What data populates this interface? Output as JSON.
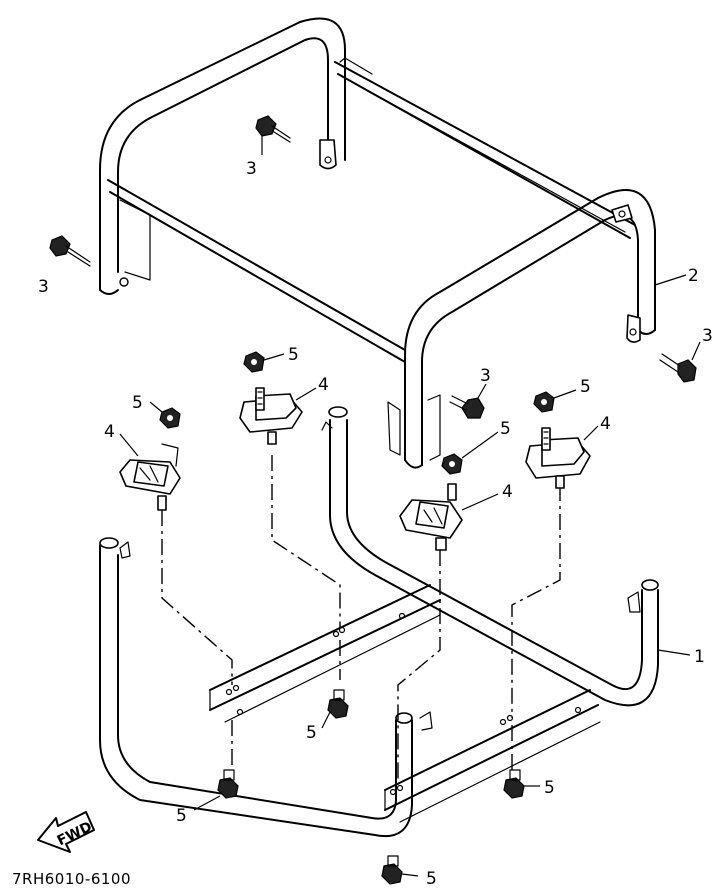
{
  "figure_code": "7RH6010-6100",
  "fwd_label": "FWD",
  "callouts": {
    "c1": "1",
    "c2": "2",
    "c3a": "3",
    "c3b": "3",
    "c3c": "3",
    "c3d": "3",
    "c4a": "4",
    "c4b": "4",
    "c4c": "4",
    "c4d": "4",
    "c5a": "5",
    "c5b": "5",
    "c5c": "5",
    "c5d": "5",
    "c5e": "5",
    "c5f": "5",
    "c5g": "5",
    "c5h": "5"
  }
}
